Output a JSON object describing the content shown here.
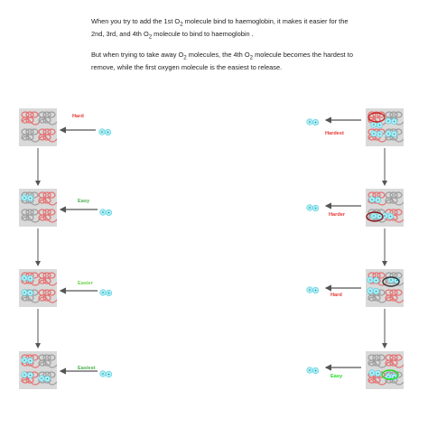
{
  "text": {
    "binding": {
      "before": "When you try to add the 1st O",
      "sub": "2",
      "after": " molecule bind to haemoglobin, it makes it easier for the 2nd, 3rd, and 4th O",
      "sub2": "2",
      "after2": " molecule to bind to haemoglobin ."
    },
    "removal": {
      "before": "But when trying to take away O",
      "sub": "2",
      "after": " molecules, the 4th O",
      "sub2": "2",
      "after2": " molecule becomes the hardest to remove, while the first oxygen molecule is the easiest to release."
    }
  },
  "colors": {
    "hard": "#e53935",
    "easy_dark": "#4caf50",
    "easy_light": "#6fd14a",
    "easiest_bright": "#22dd22",
    "strand_red": "#e57373",
    "strand_gray": "#9e9e9e",
    "oxygen": "#b2ebf2",
    "arrow": "#555555"
  },
  "binding_steps": [
    {
      "label": "Hard",
      "label_color": "#e53935"
    },
    {
      "label": "Easy",
      "label_color": "#4caf50"
    },
    {
      "label": "Easier",
      "label_color": "#6fd14a"
    },
    {
      "label": "Easiest",
      "label_color": "#4caf50"
    }
  ],
  "release_steps": [
    {
      "label": "Hardest",
      "label_color": "#e53935"
    },
    {
      "label": "Harder",
      "label_color": "#e53935"
    },
    {
      "label": "Hard",
      "label_color": "#e53935"
    },
    {
      "label": "Easy",
      "label_color": "#22dd22"
    }
  ]
}
